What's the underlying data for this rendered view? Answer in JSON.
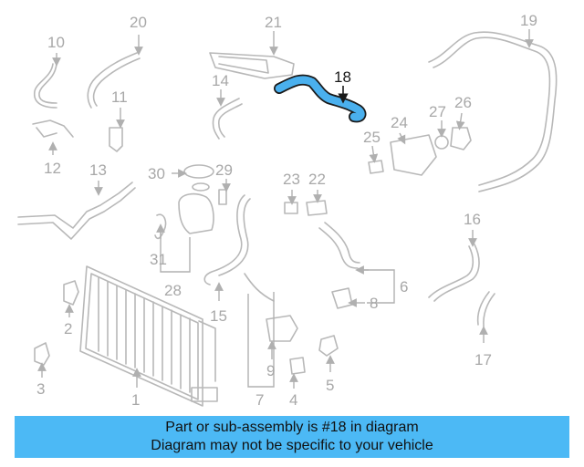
{
  "callouts": {
    "c1": "1",
    "c2": "2",
    "c3": "3",
    "c4": "4",
    "c5": "5",
    "c6": "6",
    "c7": "7",
    "c8": "8",
    "c9": "9",
    "c10": "10",
    "c11": "11",
    "c12": "12",
    "c13": "13",
    "c14": "14",
    "c15": "15",
    "c16": "16",
    "c17": "17",
    "c18": "18",
    "c19": "19",
    "c20": "20",
    "c21": "21",
    "c22": "22",
    "c23": "23",
    "c24": "24",
    "c25": "25",
    "c26": "26",
    "c27": "27",
    "c28": "28",
    "c29": "29",
    "c30": "30",
    "c31": "31"
  },
  "highlighted_part": "18",
  "colors": {
    "highlight": "#4ab0ee",
    "banner": "#4cb9f5"
  },
  "banner": {
    "line1": "Part or sub-assembly is #18 in diagram",
    "line2": "Diagram may not be specific to your vehicle"
  }
}
